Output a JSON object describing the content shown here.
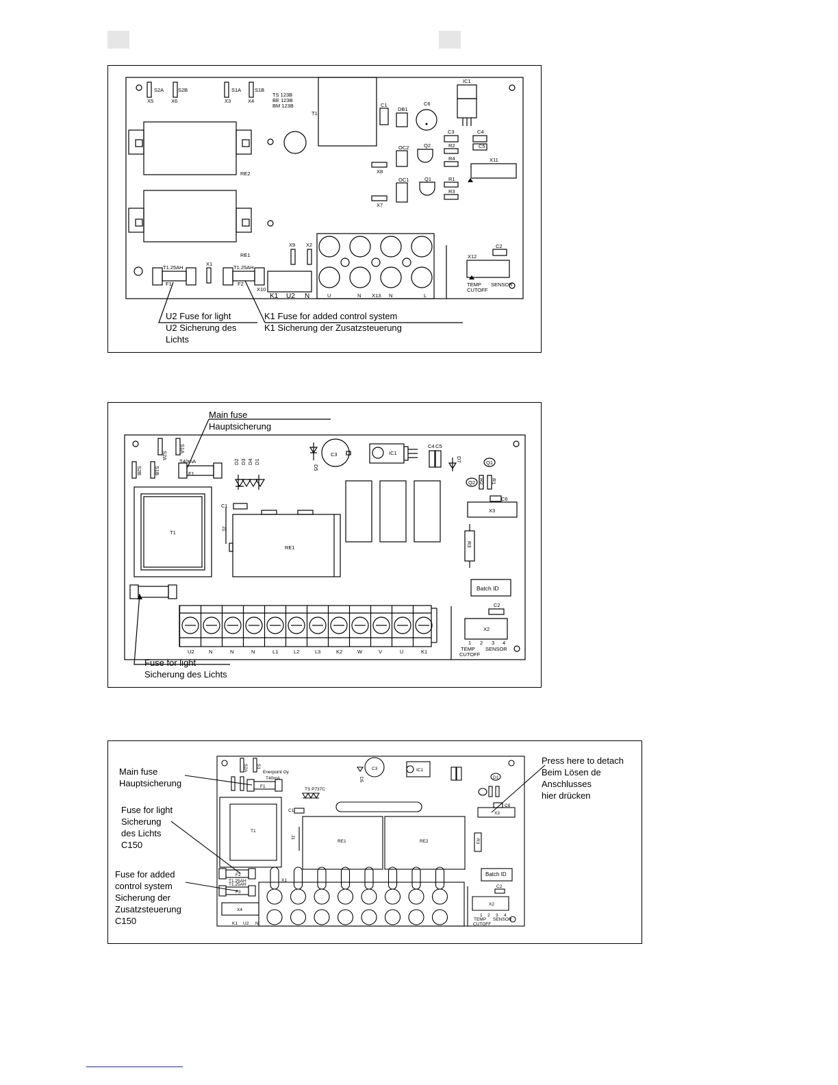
{
  "diagram1": {
    "callout_left": [
      "U2 Fuse for light",
      "U2 Sicherung des",
      "Lichts"
    ],
    "callout_right": [
      "K1 Fuse for added control system",
      "K1 Sicherung der Zusatzsteuerung"
    ],
    "pcb_labels": {
      "s2a": "S2A",
      "s2b": "S2B",
      "s1a": "S1A",
      "s1b": "S1B",
      "x5": "X5",
      "x6": "X6",
      "x3": "X3",
      "x4": "X4",
      "models": [
        "TS 123B",
        "BE 123B",
        "BM 123B"
      ],
      "t1": "T1",
      "ic1": "IC1",
      "c1": "C1",
      "db1": "DB1",
      "c6": "C6",
      "c3": "C3",
      "c4": "C4",
      "c5": "C5",
      "r2": "R2",
      "r4": "R4",
      "q2": "Q2",
      "oc2": "OC2",
      "x8": "X8",
      "x11": "X11",
      "oc1": "OC1",
      "q1": "Q1",
      "r1": "R1",
      "r3": "R3",
      "x7": "X7",
      "re2": "RE2",
      "re1": "RE1",
      "x9": "X9",
      "x2": "X2",
      "x12": "X12",
      "c2": "C2",
      "x1": "X1",
      "fuse1": "T1.25AH",
      "fuse2": "T1.25AH",
      "f1": "F1",
      "f2": "F2",
      "x10": "X10",
      "bottom_k1": "K1",
      "bottom_u2": "U2",
      "bottom_n": "N",
      "term_u": "U",
      "term_n": "N",
      "term_x13": "X13",
      "term_n2": "N",
      "term_l": "L",
      "temp": "TEMP",
      "cutoff": "CUTOFF",
      "sensor": "SENSOR"
    }
  },
  "diagram2": {
    "callout_main": [
      "Main fuse",
      "Hauptsicherung"
    ],
    "callout_light": [
      "Fuse for light",
      "Sicherung des Lichts"
    ],
    "pcb_labels": {
      "s2a": "S2A",
      "s1a": "S1A",
      "s2b": "S2B",
      "s1b": "S1B",
      "fuse": "T40mA",
      "f1": "F1",
      "diodes": [
        "D2",
        "D3",
        "D4",
        "D1"
      ],
      "d5": "D5",
      "c3": "C3",
      "ic1": "IC1",
      "c4": "C4",
      "c5": "C5",
      "d7": "D7",
      "q1": "Q1",
      "q2": "Q2",
      "r2": "R2",
      "r1": "R1",
      "c6": "C6",
      "x3": "X3",
      "c1": "C1",
      "t1": "T1",
      "j1": "J1",
      "re1": "RE1",
      "r3": "R3",
      "batch": "Batch ID",
      "c2": "C2",
      "x2": "X2",
      "nums": [
        "1",
        "2",
        "3",
        "4"
      ],
      "temp": "TEMP",
      "cutoff": "CUTOFF",
      "sensor": "SENSOR",
      "terminals": [
        "U2",
        "N",
        "N",
        "N",
        "L1",
        "L2",
        "L3",
        "K2",
        "W",
        "V",
        "U",
        "K1"
      ]
    }
  },
  "diagram3": {
    "callout_main": [
      "Main fuse",
      "Hauptsicherung"
    ],
    "callout_light": [
      "Fuse for light",
      "Sicherung",
      "des Lichts",
      "C150"
    ],
    "callout_control": [
      "Fuse for added",
      "control system",
      "Sicherung der",
      "Zusatzsteuerung",
      "C150"
    ],
    "callout_detach": [
      "Press here to detach",
      "Beim Lösen de",
      "Anschlusses",
      "hier drücken"
    ],
    "pcb_labels": {
      "company": "Enerpoint Oy",
      "model": "TS P737C",
      "s2a": "S2A",
      "s1": "S1",
      "fuse": "T40mA",
      "f1": "F1",
      "c3": "C3",
      "ic1": "IC1",
      "d5": "D5",
      "d1": "D1",
      "x3": "X3",
      "c6": "C6",
      "t1": "T1",
      "c1": "C1",
      "j1": "J1",
      "re1": "RE1",
      "re2": "RE2",
      "r3": "R3",
      "f2": "F2",
      "f3": "F3",
      "fuse_a": "T1.25AH",
      "fuse_b": "T1.25AH",
      "x1": "X1",
      "batch": "Batch ID",
      "c2": "C2",
      "x2": "X2",
      "x4": "X4",
      "k1": "K1",
      "u2": "U2",
      "n": "N",
      "nums": [
        "1",
        "2",
        "3",
        "4"
      ],
      "temp": "TEMP",
      "cutoff": "CUTOFF",
      "sensor": "SENSOR"
    }
  }
}
